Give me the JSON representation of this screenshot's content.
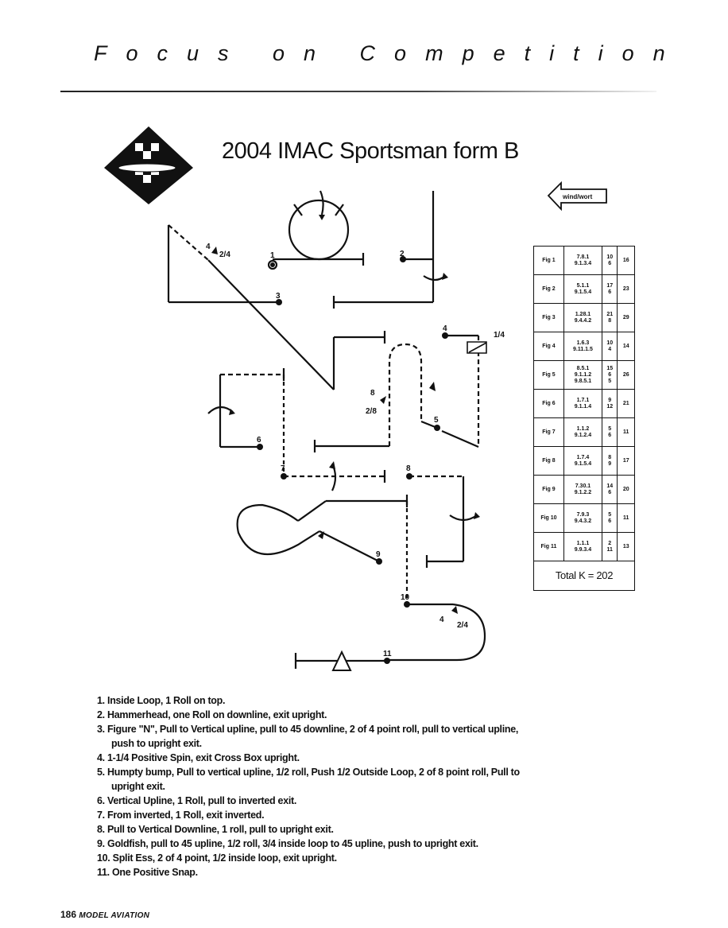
{
  "header": {
    "title": "Focus on Competition"
  },
  "form": {
    "title": "2004 IMAC Sportsman form B"
  },
  "wind": {
    "label": "wind/wort"
  },
  "figure_labels": {
    "f1": "1",
    "f2": "2",
    "f3": "3",
    "f4": "4",
    "f5": "5",
    "f6": "6",
    "f7": "7",
    "f8": "8",
    "f9": "9",
    "f10": "10",
    "f11": "11"
  },
  "roll_labels": {
    "n_roll_num": "4",
    "n_roll_frac": "2/4",
    "spin_frac": "1/4",
    "humpty_num": "8",
    "humpty_frac": "2/8",
    "split_num": "4",
    "split_frac": "2/4"
  },
  "k_table": {
    "rows": [
      {
        "fig": "Fig 1",
        "codes": [
          "7.8.1",
          "9.1.3.4"
        ],
        "k": [
          "10",
          "6"
        ],
        "total": "16"
      },
      {
        "fig": "Fig 2",
        "codes": [
          "5.1.1",
          "9.1.5.4"
        ],
        "k": [
          "17",
          "6"
        ],
        "total": "23"
      },
      {
        "fig": "Fig 3",
        "codes": [
          "1.28.1",
          "9.4.4.2"
        ],
        "k": [
          "21",
          "8"
        ],
        "total": "29"
      },
      {
        "fig": "Fig 4",
        "codes": [
          "1.6.3",
          "9.11.1.5"
        ],
        "k": [
          "10",
          "4"
        ],
        "total": "14"
      },
      {
        "fig": "Fig 5",
        "codes": [
          "8.5.1",
          "9.1.1.2",
          "9.8.5.1"
        ],
        "k": [
          "15",
          "6",
          "5"
        ],
        "total": "26"
      },
      {
        "fig": "Fig 6",
        "codes": [
          "1.7.1",
          "9.1.1.4"
        ],
        "k": [
          "9",
          "12"
        ],
        "total": "21"
      },
      {
        "fig": "Fig 7",
        "codes": [
          "1.1.2",
          "9.1.2.4"
        ],
        "k": [
          "5",
          "6"
        ],
        "total": "11"
      },
      {
        "fig": "Fig 8",
        "codes": [
          "1.7.4",
          "9.1.5.4"
        ],
        "k": [
          "8",
          "9"
        ],
        "total": "17"
      },
      {
        "fig": "Fig 9",
        "codes": [
          "7.30.1",
          "9.1.2.2"
        ],
        "k": [
          "14",
          "6"
        ],
        "total": "20"
      },
      {
        "fig": "Fig 10",
        "codes": [
          "7.9.3",
          "9.4.3.2"
        ],
        "k": [
          "5",
          "6"
        ],
        "total": "11"
      },
      {
        "fig": "Fig 11",
        "codes": [
          "1.1.1",
          "9.9.3.4"
        ],
        "k": [
          "2",
          "11"
        ],
        "total": "13"
      }
    ],
    "total_label": "Total K = 202"
  },
  "descriptions": [
    {
      "num": "1.",
      "text": "Inside Loop, 1 Roll on top."
    },
    {
      "num": "2.",
      "text": "Hammerhead, one Roll on downline, exit upright."
    },
    {
      "num": "3.",
      "text": "Figure \"N\", Pull to Vertical upline, pull to 45 downline, 2 of 4 point roll, pull to vertical upline,",
      "cont": "push to upright exit."
    },
    {
      "num": "4.",
      "text": "1-1/4 Positive Spin, exit Cross Box upright."
    },
    {
      "num": "5.",
      "text": "Humpty bump, Pull to vertical upline, 1/2 roll, Push 1/2  Outside Loop, 2 of 8 point roll, Pull to",
      "cont": "upright exit."
    },
    {
      "num": "6.",
      "text": "Vertical Upline, 1 Roll, pull to inverted exit."
    },
    {
      "num": "7.",
      "text": "From inverted, 1 Roll, exit inverted."
    },
    {
      "num": "8.",
      "text": "Pull to Vertical Downline, 1 roll, pull to upright exit."
    },
    {
      "num": "9.",
      "text": "Goldfish, pull to 45 upline, 1/2 roll, 3/4 inside loop to 45 upline, push to upright exit."
    },
    {
      "num": "10.",
      "text": "Split Ess, 2 of 4 point, 1/2 inside loop, exit upright."
    },
    {
      "num": "11.",
      "text": "One Positive Snap."
    }
  ],
  "footer": {
    "page": "186",
    "publication": "MODEL AVIATION"
  }
}
